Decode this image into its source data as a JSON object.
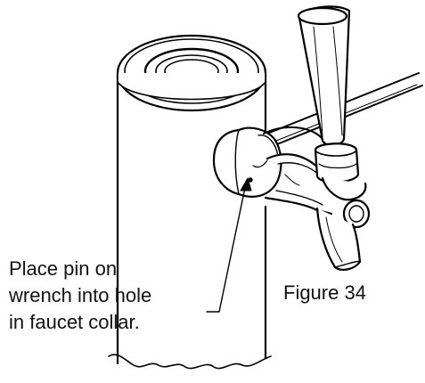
{
  "callout": {
    "lines": [
      "Place pin on",
      "wrench into hole",
      "in faucet collar."
    ]
  },
  "figure_caption": "Figure 34"
}
